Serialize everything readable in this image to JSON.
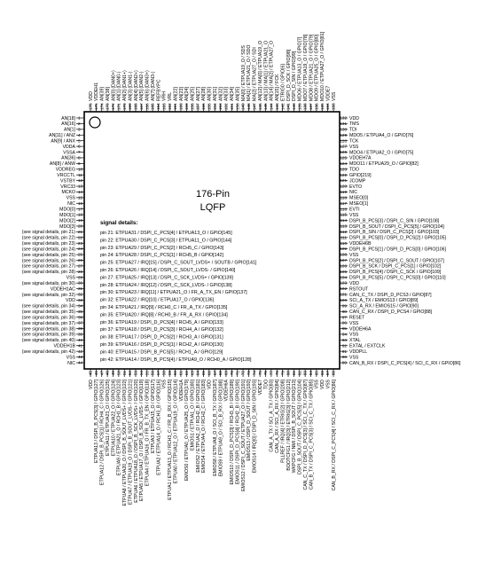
{
  "package": {
    "title": "176-Pin",
    "subtitle": "LQFP"
  },
  "signal_details": {
    "heading": "signal details:",
    "lines": [
      "pin 21: ETPUA31 / DSPI_C_PCS[4] / ETPUA13_O / GPIO[145]",
      "pin 22: ETPUA30 / DSPI_C_PCS[3] / ETPUA11_O / GPIO[144]",
      "pin 23: ETPUA29 / DSPI_C_PCS[2] / RCH5_C / GPIO[143]",
      "pin 24: ETPUA28 / DSPI_C_PCS[1] / RCH5_B / GPIO[142]",
      "pin 25: ETPUA27 / IRQ[15] / DSPI_C_SOUT_LVDS+ / SOUTB / GPIO[141]",
      "pin 26: ETPUA26 / IRQ[14] / DSPI_C_SOUT_LVDS- / GPIO[140]",
      "pin 27: ETPUA25 / IRQ[13] / DSPI_C_SCK_LVDS+ / GPIO[139]",
      "pin 28: ETPUA24 / IRQ[12] / DSPI_C_SCK_LVDS- / GPIO[138]",
      "pin 30: ETPUA23 / IRQ[11] / ETPUA21_O / FR_A_TX_EN / GPIO[137]",
      "pin 32: ETPUA22 / IRQ[10] / ETPUA17_O / GPIO[136]",
      "pin 34: ETPUA21 / IRQ[9] / RCH0_C / FR_A_TX / GPIO[135]",
      "pin 35: ETPUA20 / IRQ[8] / RCH0_B / FR_A_RX / GPIO[134]",
      "pin 36: ETPUA19 / DSPI_D_PCS[4] / RCH5_A / GPIO[133]",
      "pin 37: ETPUA18 / DSPI_D_PCS[3] / RCH4_A / GPIO[132]",
      "pin 38: ETPUA17 / DSPI_D_PCS[2] / RCH3_A / GPIO[131]",
      "pin 39: ETPUA16 / DSPI_D_PCS[1] / RCH2_A / GPIO[130]",
      "pin 40: ETPUA15 / DSPI_B_PCS[5] / RCH1_A / GPIO[129]",
      "pin 42: ETPUA14 / DSPI_B_PCS[4] / ETPUA9_O / RCH0_A / GPIO[128]"
    ]
  },
  "pins": {
    "left": [
      {
        "num": "1",
        "label": "AN[18]"
      },
      {
        "num": "2",
        "label": "AN[16]"
      },
      {
        "num": "3",
        "label": "AN[1]"
      },
      {
        "num": "4",
        "label": "AN[11] / ANZ"
      },
      {
        "num": "5",
        "label": "AN[9] / ANX"
      },
      {
        "num": "6",
        "label": "VDDA"
      },
      {
        "num": "7",
        "label": "VSSA"
      },
      {
        "num": "8",
        "label": "AN[36]"
      },
      {
        "num": "9",
        "label": "AN[8] / ANW"
      },
      {
        "num": "10",
        "label": "VDDREG"
      },
      {
        "num": "11",
        "label": "VRCCTL"
      },
      {
        "num": "12",
        "label": "VSTBY"
      },
      {
        "num": "13",
        "label": "VRC33"
      },
      {
        "num": "14",
        "label": "MCKO"
      },
      {
        "num": "15",
        "label": "VSS"
      },
      {
        "num": "16",
        "label": "NIC"
      },
      {
        "num": "17",
        "label": "MDO[0]"
      },
      {
        "num": "18",
        "label": "MDO[1]"
      },
      {
        "num": "19",
        "label": "MDO[2]"
      },
      {
        "num": "20",
        "label": "MDO[3]"
      },
      {
        "num": "21",
        "label": "(see signal details, pin 21)"
      },
      {
        "num": "22",
        "label": "(see signal details, pin 22)"
      },
      {
        "num": "23",
        "label": "(see signal details, pin 23)"
      },
      {
        "num": "24",
        "label": "(see signal details, pin 24)"
      },
      {
        "num": "25",
        "label": "(see signal details, pin 25)"
      },
      {
        "num": "26",
        "label": "(see signal details, pin 26)"
      },
      {
        "num": "27",
        "label": "(see signal details, pin 27)"
      },
      {
        "num": "28",
        "label": "(see signal details, pin 28)"
      },
      {
        "num": "29",
        "label": "VSS"
      },
      {
        "num": "30",
        "label": "(see signal details, pin 30)"
      },
      {
        "num": "31",
        "label": "VDDEH1AC"
      },
      {
        "num": "32",
        "label": "(see signal details, pin 32)"
      },
      {
        "num": "33",
        "label": "VDD"
      },
      {
        "num": "34",
        "label": "(see signal details, pin 34)"
      },
      {
        "num": "35",
        "label": "(see signal details, pin 35)"
      },
      {
        "num": "36",
        "label": "(see signal details, pin 36)"
      },
      {
        "num": "37",
        "label": "(see signal details, pin 37)"
      },
      {
        "num": "38",
        "label": "(see signal details, pin 38)"
      },
      {
        "num": "39",
        "label": "(see signal details, pin 39)"
      },
      {
        "num": "40",
        "label": "(see signal details, pin 40)"
      },
      {
        "num": "41",
        "label": "VDDEH1B"
      },
      {
        "num": "42",
        "label": "(see signal details, pin 42)"
      },
      {
        "num": "43",
        "label": "VSS"
      },
      {
        "num": "44",
        "label": "NIC"
      }
    ],
    "bottom": [
      {
        "num": "45",
        "label": "VDD"
      },
      {
        "num": "46",
        "label": "ETPUA13 / DSPI_B_PCS[3] / GPIO[127]"
      },
      {
        "num": "47",
        "label": "ETPUA12 / DSPI_B_PCS[1] / RCH4_C / GPIO[126]"
      },
      {
        "num": "48",
        "label": "ETPUA11 / ETPUA23_O / GPIO[125]"
      },
      {
        "num": "49",
        "label": "ETPUA10 / ETPUA22_O / GPIO[124]"
      },
      {
        "num": "50",
        "label": "ETPUA9 / ETPUA21_O / RCH1_B / GPIO[123]"
      },
      {
        "num": "51",
        "label": "ETPUA8 / ETPUA20_O / DSPI_B_SOUT_LVDS+ / GPIO[122]"
      },
      {
        "num": "52",
        "label": "ETPUA7 / ETPUA19_O / DSPI_B_SOUT_LVDS- / GPIO[121]"
      },
      {
        "num": "53",
        "label": "ETPUA6 / ETPUA18_O / DSPI_B_SCK_LVDS+ / GPIO[120]"
      },
      {
        "num": "54",
        "label": "ETPUA5 / ETPUA17_O / DSPI_B_SCK_LVDS- / GPIO[119]"
      },
      {
        "num": "55",
        "label": "ETPUA4 / ETPUA16_O / FR_B_TX_EN / GPIO[118]"
      },
      {
        "num": "56",
        "label": "ETPUA3 / ETPUA15_O / GPIO[117]"
      },
      {
        "num": "57",
        "label": "ETPUA2 / ETPUA14_O / RCH3_B / GPIO[116]"
      },
      {
        "num": "58",
        "label": "VSS"
      },
      {
        "num": "59",
        "label": "ETPUA1 / ETPUA13_O / RCH3_C / FR_B_RX / GPIO[115]"
      },
      {
        "num": "60",
        "label": "ETPUA0 / ETPUA12_O / ETPUA19_O / GPIO[114]"
      },
      {
        "num": "61",
        "label": "VDDEH1A"
      },
      {
        "num": "62",
        "label": "EMIOS0 / ETPUA0_O / ETPUA25_O / GPIO[179]"
      },
      {
        "num": "63",
        "label": "EMIOS1 / ETPUA1_O / GPIO[180]"
      },
      {
        "num": "64",
        "label": "EMIOS2 / ETPUA2_O / RCH2_B / GPIO[181]"
      },
      {
        "num": "65",
        "label": "EMIOS4 / ETPUA4_O / RCH2_C / GPIO[183]"
      },
      {
        "num": "66",
        "label": "VDD"
      },
      {
        "num": "67",
        "label": "EMIOS8 / ETPUA8_O / SCI_B_TX / GPIO[187]"
      },
      {
        "num": "68",
        "label": "EMIOS9 / ETPUA9_O / SCI_B_RX / GPIO[188]"
      },
      {
        "num": "69",
        "label": "VDDEH6A"
      },
      {
        "num": "70",
        "label": "EMIOS10 / DSPI_D_PCS[3] / RCH3_B / GPIO[189]"
      },
      {
        "num": "71",
        "label": "EMIOS11 / DSPI_D_PCS[4] / RCH2_B / GPIO[190]"
      },
      {
        "num": "72",
        "label": "EMIOS12 / DSPI_C_SOUT / ETPUA27_O / GPIO[191]"
      },
      {
        "num": "73",
        "label": "EMIOS13 / DSPI_D_SOUT / GPIO[192]"
      },
      {
        "num": "74",
        "label": "EMIOS14 / IRQ[0] / DSPI_D_SIN / GPIO[193]"
      },
      {
        "num": "75",
        "label": "VDDE7"
      },
      {
        "num": "76",
        "label": "TDO"
      },
      {
        "num": "77",
        "label": "CAN_A_TX / SCI_A_TX / GPIO[83]"
      },
      {
        "num": "78",
        "label": "CAN_A_RX / SCI_A_RX / GPIO[84]"
      },
      {
        "num": "79",
        "label": "PLLREF / IRQ[4] / ETRIG[2] / GPIO[208]"
      },
      {
        "num": "80",
        "label": "BOOTCFG1 / IRQ[3] / ETRIG[3] / GPIO[212]"
      },
      {
        "num": "81",
        "label": "WKPCFG / NMI / DSPI_B_SOUT / GPIO[213]"
      },
      {
        "num": "82",
        "label": "DSPI_B_SOUT / DSPI_C_PCS[5] / GPIO[104]"
      },
      {
        "num": "83",
        "label": "CAN_C_TX / DSPI_D_PCS[3] / SCI_C_TX / GPIO[87]"
      },
      {
        "num": "84",
        "label": "CAN_B_TX / DSPI_C_PCS[3] / SCI_C_TX / GPIO[85]"
      },
      {
        "num": "85",
        "label": "VSS"
      },
      {
        "num": "86",
        "label": "VDD"
      },
      {
        "num": "87",
        "label": "VSS"
      },
      {
        "num": "88",
        "label": "CAN_B_RX / DSPI_C_PCS[4] / SCI_C_RX / GPIO[86]"
      }
    ],
    "right": [
      {
        "num": "132",
        "label": "VDD"
      },
      {
        "num": "131",
        "label": "TMS"
      },
      {
        "num": "130",
        "label": "TDI"
      },
      {
        "num": "129",
        "label": "MDO5 / ETPUA4_O / GPIO[76]"
      },
      {
        "num": "128",
        "label": "TCK"
      },
      {
        "num": "127",
        "label": "VSS"
      },
      {
        "num": "126",
        "label": "MDO4 / ETPUA2_O / GPIO[75]"
      },
      {
        "num": "125",
        "label": "VDDEH7A"
      },
      {
        "num": "124",
        "label": "MDO11 / ETPUA29_O / GPIO[82]"
      },
      {
        "num": "123",
        "label": "TDO"
      },
      {
        "num": "122",
        "label": "GPIO[219]"
      },
      {
        "num": "121",
        "label": "JCOMP"
      },
      {
        "num": "120",
        "label": "EVTO"
      },
      {
        "num": "119",
        "label": "NIC"
      },
      {
        "num": "118",
        "label": "MSEO[0]"
      },
      {
        "num": "117",
        "label": "MSEO[1]"
      },
      {
        "num": "116",
        "label": "EVTI"
      },
      {
        "num": "115",
        "label": "VSS"
      },
      {
        "num": "114",
        "label": "DSPI_B_PCS[3] / DSPI_C_SIN / GPIO[108]"
      },
      {
        "num": "113",
        "label": "DSPI_B_SOUT / DSPI_C_PCS[5] / GPIO[104]"
      },
      {
        "num": "112",
        "label": "DSPI_B_SIN / DSPI_C_PCS[2] / GPIO[103]"
      },
      {
        "num": "111",
        "label": "DSPI_B_PCS[0] / DSPI_D_PCS[2] / GPIO[105]"
      },
      {
        "num": "110",
        "label": "VDDEH6B"
      },
      {
        "num": "109",
        "label": "DSPI_B_PCS[1] / DSPI_D_PCS[0] / GPIO[106]"
      },
      {
        "num": "108",
        "label": "VSS"
      },
      {
        "num": "107",
        "label": "DSPI_B_PCS[2] / DSPI_C_SOUT / GPIO[107]"
      },
      {
        "num": "106",
        "label": "DSPI_B_SCK / DSPI_C_PCS[1] / GPIO[102]"
      },
      {
        "num": "105",
        "label": "DSPI_B_PCS[4] / DSPI_C_SCK / GPIO[109]"
      },
      {
        "num": "104",
        "label": "DSPI_B_PCS[5] / DSPI_C_PCS[0] / GPIO[110]"
      },
      {
        "num": "103",
        "label": "VDD"
      },
      {
        "num": "102",
        "label": "RSTOUT"
      },
      {
        "num": "101",
        "label": "CAN_C_TX / DSPI_D_PCS3 / GPIO[87]"
      },
      {
        "num": "100",
        "label": "SCI_A_TX / EMIOS13 / GPIO[89]"
      },
      {
        "num": "99",
        "label": "SCI_A_RX / EMIOS15 / GPIO[90]"
      },
      {
        "num": "98",
        "label": "CAN_C_RX / DSPI_D_PCS4 / GPIO[88]"
      },
      {
        "num": "97",
        "label": "RESET"
      },
      {
        "num": "96",
        "label": "VSS"
      },
      {
        "num": "95",
        "label": "VDDEH6A"
      },
      {
        "num": "94",
        "label": "VSS"
      },
      {
        "num": "93",
        "label": "XTAL"
      },
      {
        "num": "92",
        "label": "EXTAL / EXTCLK"
      },
      {
        "num": "91",
        "label": "VDDPLL"
      },
      {
        "num": "90",
        "label": "VSS"
      },
      {
        "num": "89",
        "label": "CAN_B_RX / DSPI_C_PCS[4] / SCI_C_RX / GPIO[86]"
      }
    ],
    "top": [
      {
        "num": "176",
        "label": "VDD"
      },
      {
        "num": "175",
        "label": "VDDEH1"
      },
      {
        "num": "174",
        "label": "AN[39]"
      },
      {
        "num": "173",
        "label": "AN[38]"
      },
      {
        "num": "172",
        "label": "AN[0] (DAN0+)"
      },
      {
        "num": "171",
        "label": "AN[1] (DAN0-)"
      },
      {
        "num": "170",
        "label": "AN[2] (DAN1+)"
      },
      {
        "num": "169",
        "label": "AN[3] (DAN1-)"
      },
      {
        "num": "168",
        "label": "AN[4] (DAN2+)"
      },
      {
        "num": "167",
        "label": "AN[5] (DAN2-)"
      },
      {
        "num": "166",
        "label": "AN[6] (DAN3+)"
      },
      {
        "num": "165",
        "label": "AN[7] (DAN3-)"
      },
      {
        "num": "164",
        "label": "REFBYPC"
      },
      {
        "num": "163",
        "label": "VRH"
      },
      {
        "num": "162",
        "label": "VRL"
      },
      {
        "num": "161",
        "label": "AN[22]"
      },
      {
        "num": "160",
        "label": "AN[23]"
      },
      {
        "num": "159",
        "label": "AN[24]"
      },
      {
        "num": "158",
        "label": "AN[25]"
      },
      {
        "num": "157",
        "label": "AN[27]"
      },
      {
        "num": "156",
        "label": "AN[28]"
      },
      {
        "num": "155",
        "label": "AN[30]"
      },
      {
        "num": "154",
        "label": "AN[31]"
      },
      {
        "num": "153",
        "label": "AN[32]"
      },
      {
        "num": "152",
        "label": "AN[33]"
      },
      {
        "num": "151",
        "label": "AN[34]"
      },
      {
        "num": "150",
        "label": "AN[35]"
      },
      {
        "num": "149",
        "label": "MA[0] / ETPUA19_O / SDS"
      },
      {
        "num": "148",
        "label": "MA[1] / ETPUA21_O / SDO"
      },
      {
        "num": "147",
        "label": "MA[2] / ETPUA27_O / SDI"
      },
      {
        "num": "146",
        "label": "AN[12] / MA[0] / ETPUA19_O"
      },
      {
        "num": "145",
        "label": "AN[13] / MA[1] / ETPUA21_O"
      },
      {
        "num": "144",
        "label": "AN[14] / MA[2] / ETPUA27_O"
      },
      {
        "num": "143",
        "label": "AN[15] / FCK"
      },
      {
        "num": "142",
        "label": "ETRIG0 / GPIO[6]"
      },
      {
        "num": "141",
        "label": "DSPI_D_SCK / GPIO[98]"
      },
      {
        "num": "140",
        "label": "DSPI_D_SIN / GPIO[99]"
      },
      {
        "num": "139",
        "label": "MDO6 / ETPUA13_O / GPIO[7]"
      },
      {
        "num": "138",
        "label": "MDO7 / ETPUA19_O / GPIO[78]"
      },
      {
        "num": "137",
        "label": "MDO8 / ETPUA21_O / GPIO[79]"
      },
      {
        "num": "136",
        "label": "MDO9 / ETPUA25_O / GPIO[80]"
      },
      {
        "num": "135",
        "label": "MDO10 / ETPUA27_O / GPIO[81]"
      },
      {
        "num": "134",
        "label": "VDDE7"
      },
      {
        "num": "133",
        "label": "VSS"
      }
    ]
  }
}
